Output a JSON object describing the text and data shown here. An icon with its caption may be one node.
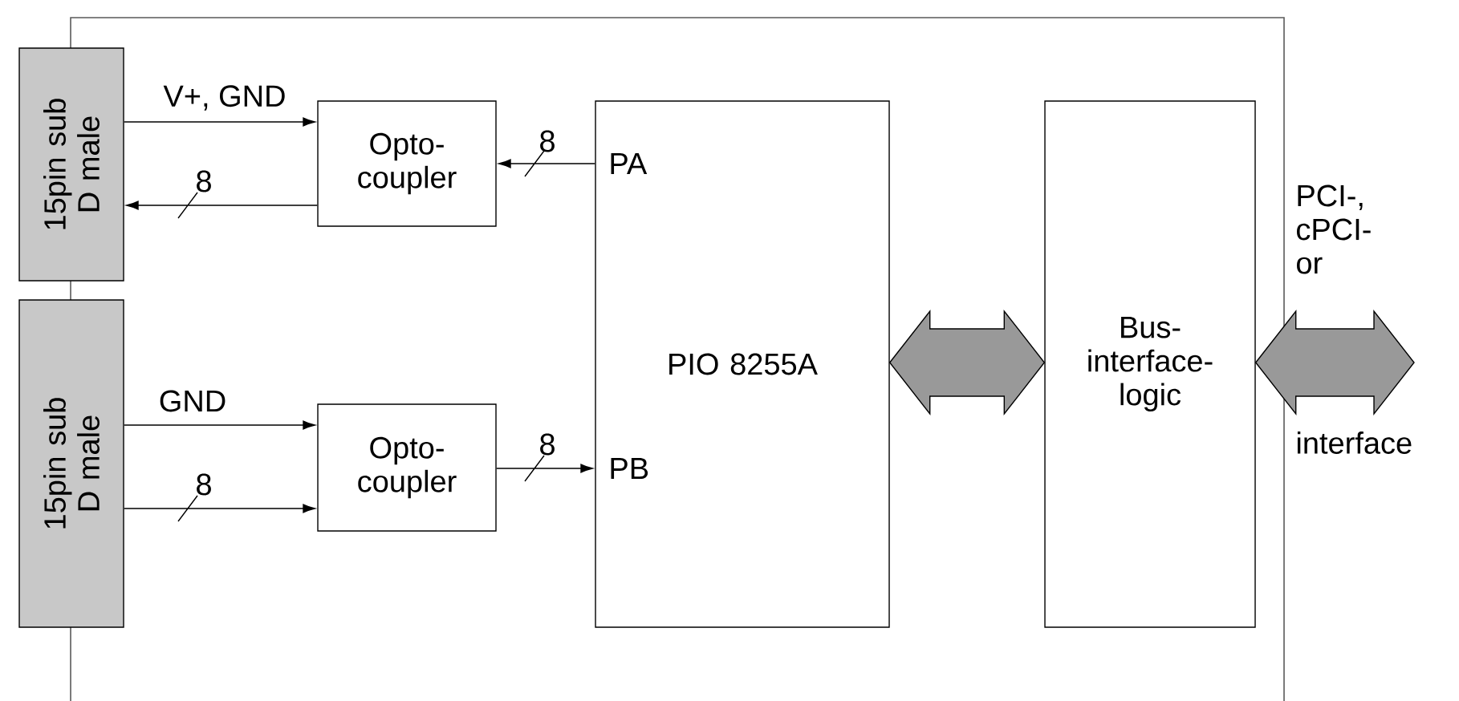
{
  "diagram": {
    "nodes": [
      {
        "text": [
          "15pin sub D male"
        ]
      },
      {
        "text": [
          "15pin sub D male"
        ]
      },
      {
        "text": [
          "Opto- coupler"
        ]
      },
      {
        "text": [
          "Opto- coupler"
        ]
      },
      {
        "text": [
          "PIO 8255A"
        ]
      },
      {
        "text": [
          "Bus- interface- logic"
        ]
      }
    ],
    "edges": [
      {
        "from": 0,
        "to": 2,
        "arrow": "to",
        "label": "V+, GND"
      },
      {
        "from": 2,
        "to": 0,
        "arrow": "to",
        "label": "8"
      },
      {
        "from": 4,
        "to": 2,
        "arrow": "to",
        "label": "8"
      },
      {
        "from": 1,
        "to": 3,
        "arrow": "to",
        "label": "GND"
      },
      {
        "from": 1,
        "to": 3,
        "arrow": "to",
        "label": "8"
      },
      {
        "from": 3,
        "to": 4,
        "arrow": "to",
        "label": "8"
      },
      {
        "from": 4,
        "to": 5,
        "arrow": "both",
        "style": "thick",
        "color": "#999999"
      },
      {
        "from": 5,
        "to": null,
        "arrow": "both",
        "style": "thick",
        "color": "#999999"
      }
    ],
    "labels": [
      "PA",
      "PB",
      "PCI-, cPCI- or",
      "interface"
    ]
  }
}
